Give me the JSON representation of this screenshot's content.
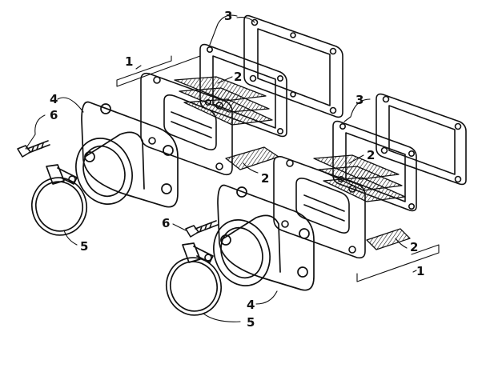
{
  "diagram": {
    "callouts": [
      {
        "id": "c1a",
        "text": "1"
      },
      {
        "id": "c1b",
        "text": "1"
      },
      {
        "id": "c2a",
        "text": "2"
      },
      {
        "id": "c2b",
        "text": "2"
      },
      {
        "id": "c2c",
        "text": "2"
      },
      {
        "id": "c2d",
        "text": "2"
      },
      {
        "id": "c3a",
        "text": "3"
      },
      {
        "id": "c3b",
        "text": "3"
      },
      {
        "id": "c4a",
        "text": "4"
      },
      {
        "id": "c4b",
        "text": "4"
      },
      {
        "id": "c5a",
        "text": "5"
      },
      {
        "id": "c5b",
        "text": "5"
      },
      {
        "id": "c6a",
        "text": "6"
      },
      {
        "id": "c6b",
        "text": "6"
      }
    ]
  },
  "colors": {
    "ink": "#111111",
    "background": "#ffffff"
  }
}
